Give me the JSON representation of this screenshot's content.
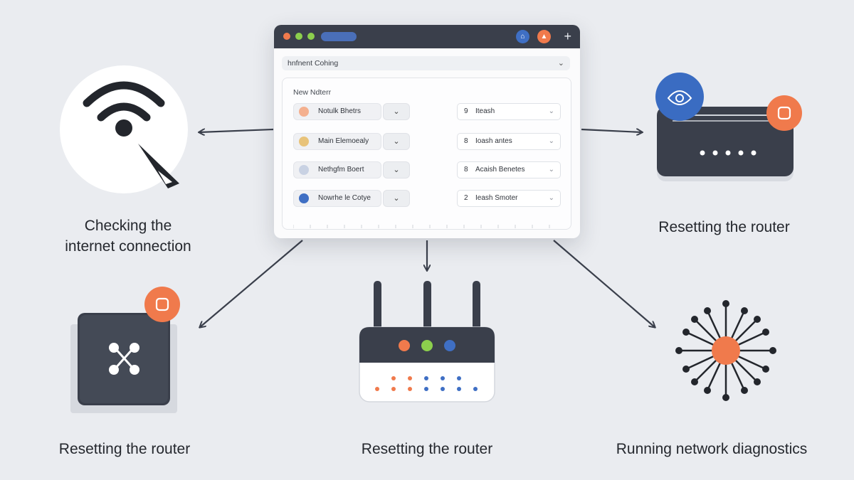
{
  "window": {
    "dropdown_label": "hnfnent Cohing",
    "dropdown_chevron": "⌄",
    "panel_title": "New Ndterr",
    "plus": "+",
    "rows": [
      {
        "left": "Notulk Bhetrs",
        "num": "9",
        "right": "Iteash"
      },
      {
        "left": "Main Elemoealy",
        "num": "8",
        "right": "Ioash antes"
      },
      {
        "left": "Nethgfm Boert",
        "num": "8",
        "right": "Acaish Benetes"
      },
      {
        "left": "Nowrhe le Cotye",
        "num": "2",
        "right": "Ieash Smoter"
      }
    ]
  },
  "labels": {
    "top_left": [
      "Checking the",
      "internet connection"
    ],
    "top_right": "Resetting the router",
    "bottom_left": "Resetting the router",
    "bottom_center": "Resetting the router",
    "bottom_right": "Running network diagnostics"
  },
  "icons": {
    "wifi": "wifi-gauge-icon",
    "router_card": "router-card-icon",
    "hub": "network-hub-icon",
    "router": "router-icon",
    "network": "network-diagnostics-icon"
  },
  "colors": {
    "accent_orange": "#f07a4c",
    "accent_green": "#8ccf4d",
    "accent_blue": "#3f6fc4",
    "dark": "#3a3f4b"
  }
}
